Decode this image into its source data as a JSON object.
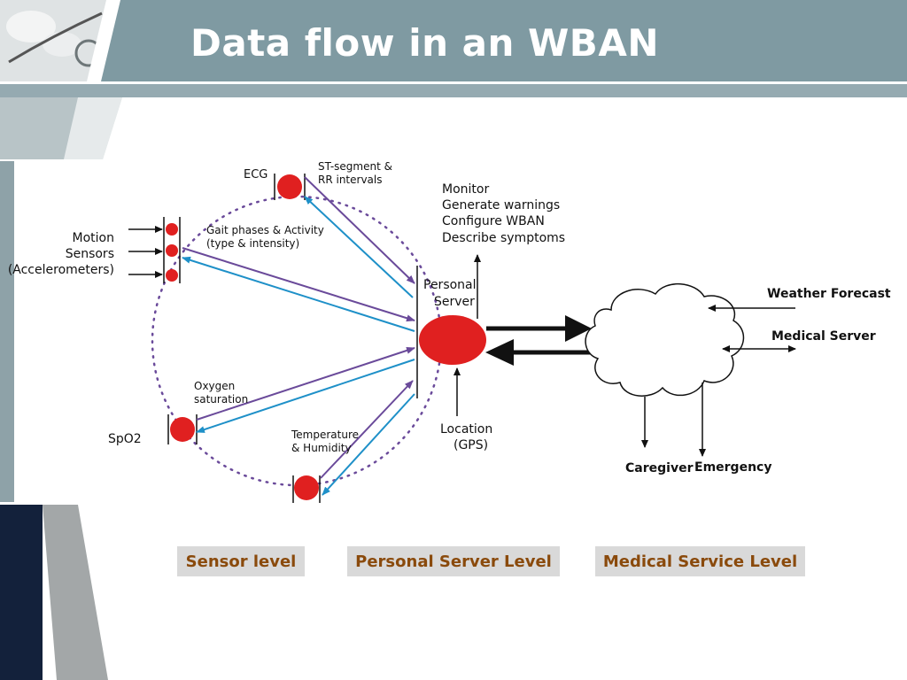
{
  "slide": {
    "title": "Data flow in an WBAN"
  },
  "sensors": {
    "ecg": "ECG",
    "st_segment_line1": "ST-segment &",
    "st_segment_line2": "RR intervals",
    "motion_line1": "Motion",
    "motion_line2": "Sensors",
    "motion_line3": "(Accelerometers)",
    "gait_line1": "Gait phases & Activity",
    "gait_line2": "(type & intensity)",
    "oxygen_line1": "Oxygen",
    "oxygen_line2": "saturation",
    "spo2": "SpO2",
    "temp_line1": "Temperature",
    "temp_line2": "& Humidity"
  },
  "personal_server": {
    "label_line1": "Personal",
    "label_line2": "Server",
    "functions": [
      "Monitor",
      "Generate warnings",
      "Configure WBAN",
      "Describe symptoms"
    ],
    "location_line1": "Location",
    "location_line2": "(GPS)"
  },
  "medical": {
    "weather": "Weather Forecast",
    "medical_server": "Medical Server",
    "caregiver": "Caregiver",
    "emergency": "Emergency"
  },
  "levels": {
    "sensor": "Sensor level",
    "personal": "Personal Server Level",
    "medical": "Medical Service Level"
  },
  "colors": {
    "header_band": "#7f9aa2",
    "node_red": "#e02020",
    "uplink_purple": "#6a4a9a",
    "downlink_blue": "#1e90c8",
    "level_text": "#8a4a0c",
    "level_bg": "#d9d9d9",
    "navy": "#13213b"
  }
}
